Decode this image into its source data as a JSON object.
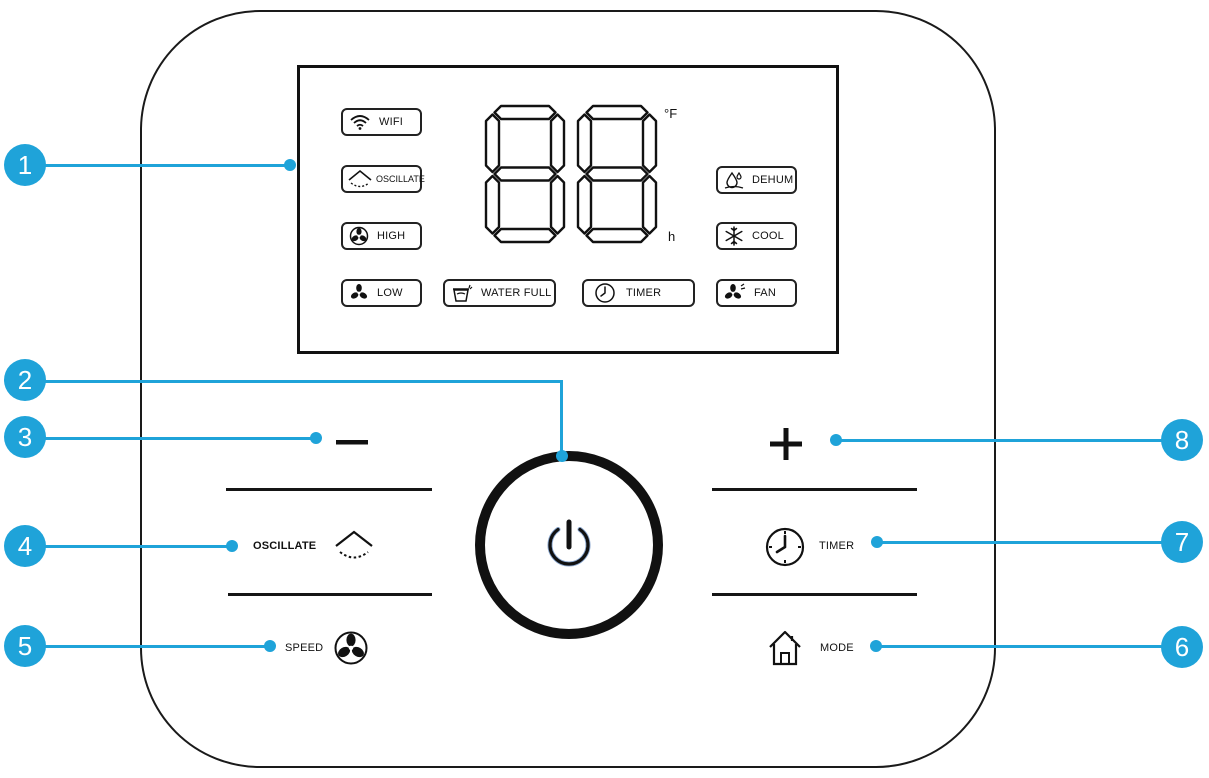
{
  "display": {
    "digits": "88",
    "unit_temp": "°F",
    "unit_hours": "h",
    "left_indicators": [
      {
        "label": "WIFI",
        "icon": "wifi-icon"
      },
      {
        "label": "OSCILLATE",
        "icon": "oscillate-icon"
      },
      {
        "label": "HIGH",
        "icon": "fan-high-icon"
      },
      {
        "label": "LOW",
        "icon": "fan-low-icon"
      }
    ],
    "bottom_indicators": [
      {
        "label": "WATER FULL",
        "icon": "bucket-icon"
      },
      {
        "label": "TIMER",
        "icon": "clock-icon"
      }
    ],
    "right_indicators": [
      {
        "label": "DEHUM",
        "icon": "droplet-icon"
      },
      {
        "label": "COOL",
        "icon": "snowflake-icon"
      },
      {
        "label": "FAN",
        "icon": "fan-icon"
      }
    ]
  },
  "buttons": {
    "minus": {
      "icon": "minus-icon"
    },
    "plus": {
      "icon": "plus-icon"
    },
    "power": {
      "icon": "power-icon"
    },
    "oscillate": {
      "label": "OSCILLATE",
      "icon": "oscillate-icon"
    },
    "speed": {
      "label": "SPEED",
      "icon": "fan-icon"
    },
    "timer": {
      "label": "TIMER",
      "icon": "clock-icon"
    },
    "mode": {
      "label": "MODE",
      "icon": "home-icon"
    }
  },
  "callouts": [
    "1",
    "2",
    "3",
    "4",
    "5",
    "6",
    "7",
    "8"
  ],
  "colors": {
    "callout": "#1fa3d9",
    "line": "#111111",
    "power_glow": "#2a5fa8"
  }
}
